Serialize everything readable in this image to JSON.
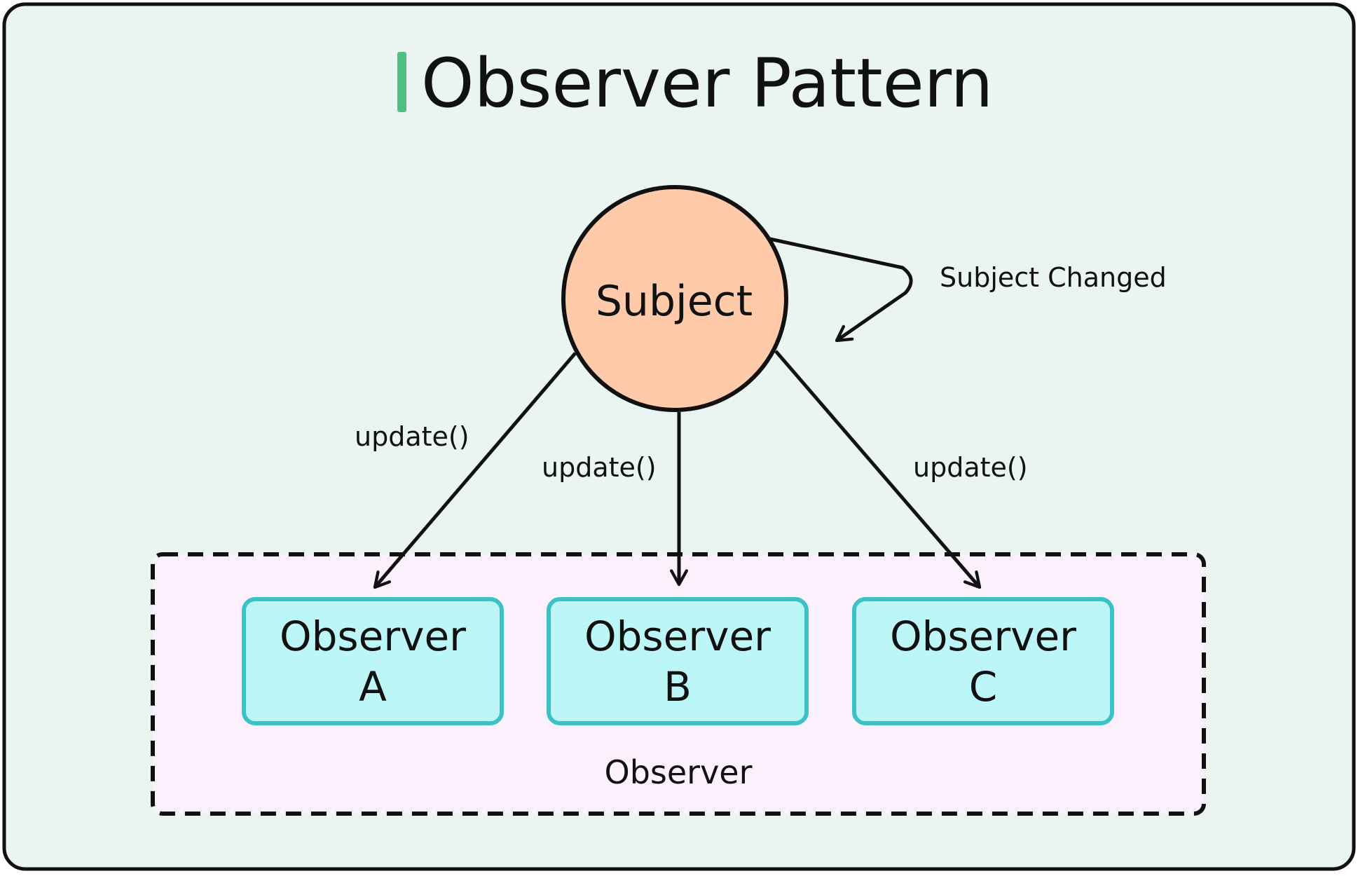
{
  "title": "Observer Pattern",
  "subject": {
    "label": "Subject",
    "self_arrow_label": "Subject Changed"
  },
  "arrows": {
    "left_label": "update()",
    "center_label": "update()",
    "right_label": "update()"
  },
  "observers": [
    {
      "line1": "Observer",
      "line2": "A"
    },
    {
      "line1": "Observer",
      "line2": "B"
    },
    {
      "line1": "Observer",
      "line2": "C"
    }
  ],
  "group_label": "Observer",
  "colors": {
    "background": "#eaf4f0",
    "title_accent": "#4fbf85",
    "subject_fill": "#ffcaaa",
    "observer_fill": "#bdf6f7",
    "observer_border": "#3bc2c6",
    "group_fill": "#fcf0fc",
    "stroke": "#111111"
  }
}
